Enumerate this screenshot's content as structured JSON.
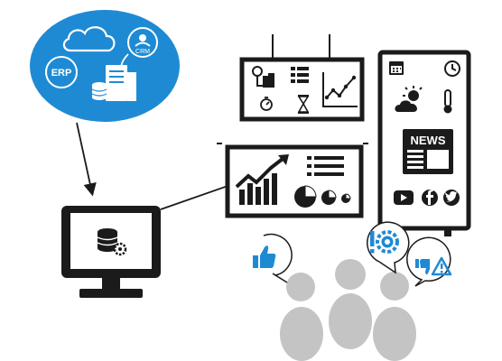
{
  "cloud": {
    "erp_label": "ERP",
    "crm_label": "CRM"
  },
  "signage": {
    "news_label": "NEWS"
  },
  "colors": {
    "brand_blue": "#1f8ad4",
    "ink": "#1b1b1b",
    "person_gray": "#c4c4c4",
    "bubble_stroke": "#1b1b1b",
    "accent_blue": "#1f8ad4"
  },
  "icons": [
    "cloud-icon",
    "crm-icon",
    "erp-icon",
    "server-icon",
    "database-icon",
    "computer-monitor-icon",
    "database-gear-icon",
    "gauge-icon",
    "list-icon",
    "line-chart-icon",
    "stopwatch-icon",
    "hourglass-icon",
    "trend-arrow-icon",
    "pie-chart-icon",
    "calendar-icon",
    "clock-icon",
    "weather-icon",
    "thermometer-icon",
    "news-icon",
    "youtube-icon",
    "facebook-icon",
    "twitter-icon",
    "thumbs-up-icon",
    "alert-gear-icon",
    "thumbs-down-warning-icon",
    "people-icon"
  ]
}
